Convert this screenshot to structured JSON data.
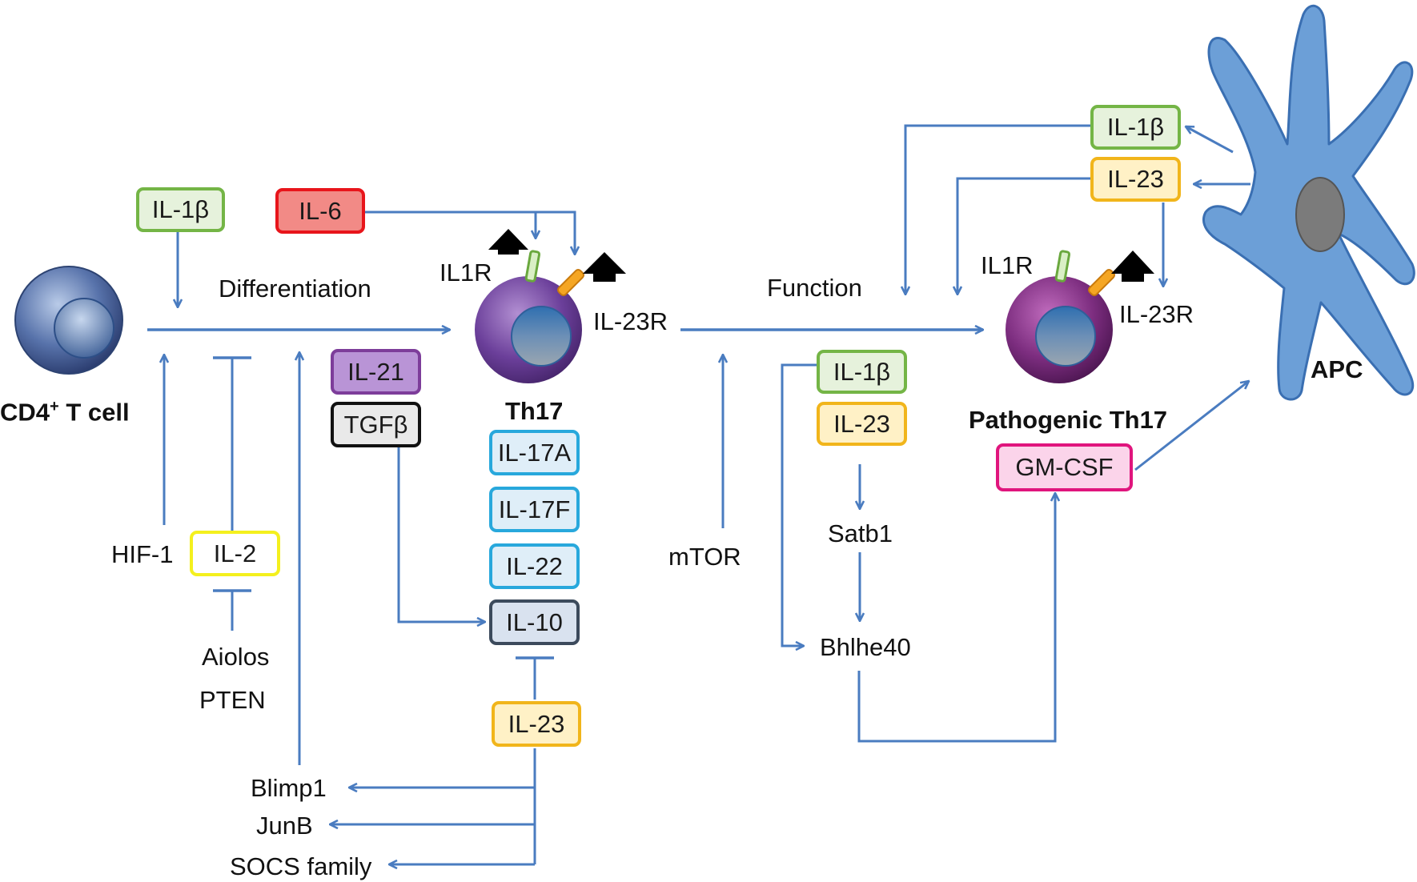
{
  "cells": {
    "naive": "CD4",
    "naive_sup": "+",
    "naive_rest": " T cell",
    "th17": "Th17",
    "pathogenic": "Pathogenic Th17",
    "apc": "APC"
  },
  "processes": {
    "differentiation": "Differentiation",
    "function": "Function"
  },
  "receptors": {
    "il1r_left": "IL1R",
    "il23r_left": "IL-23R",
    "il1r_right": "IL1R",
    "il23r_right": "IL-23R"
  },
  "cytokines": {
    "il1b_left": "IL-1β",
    "il6": "IL-6",
    "il21": "IL-21",
    "tgfb": "TGFβ",
    "il2": "IL-2",
    "il17a": "IL-17A",
    "il17f": "IL-17F",
    "il22": "IL-22",
    "il10": "IL-10",
    "il23_bottom": "IL-23",
    "il1b_mid": "IL-1β",
    "il23_mid": "IL-23",
    "il1b_apc": "IL-1β",
    "il23_apc": "IL-23",
    "gmcsf": "GM-CSF"
  },
  "factors": {
    "hif1": "HIF-1",
    "aiolos": "Aiolos",
    "pten": "PTEN",
    "mtor": "mTOR",
    "satb1": "Satb1",
    "bhlhe40": "Bhlhe40",
    "blimp1": "Blimp1",
    "junb": "JunB",
    "socs": "SOCS family"
  },
  "colors": {
    "arrow": "#4a7cc0",
    "apc_fill": "#6c9fd7",
    "apc_stroke": "#3a6fb2",
    "th17_fill": "#6b3f9a",
    "naive_fill": "#3f5f9a"
  }
}
